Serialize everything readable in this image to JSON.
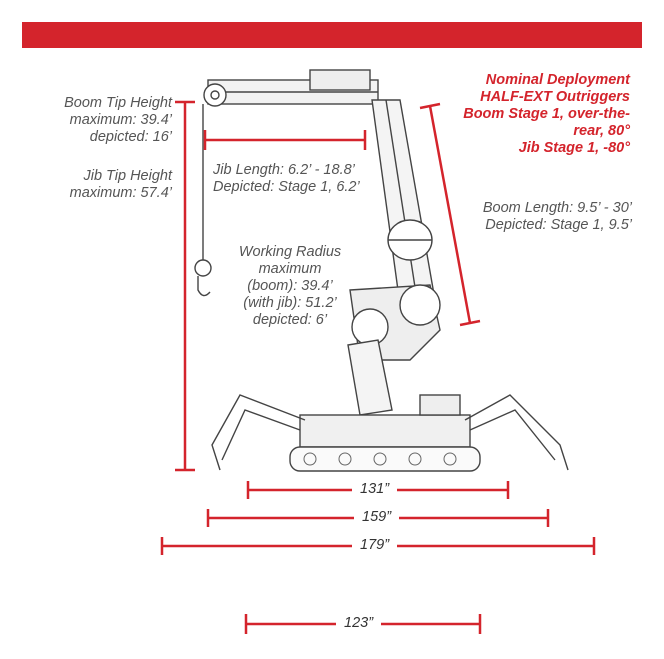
{
  "banner_color": "#d4242c",
  "accent_color": "#d4242c",
  "labels": {
    "boom_tip": [
      "Boom Tip Height",
      "maximum: 39.4’",
      "depicted: 16’"
    ],
    "jib_tip": [
      "Jib Tip Height",
      "maximum: 57.4’"
    ],
    "jib_length": [
      "Jib Length: 6.2’ - 18.8’",
      "Depicted: Stage 1, 6.2’"
    ],
    "working_radius": [
      "Working Radius",
      "maximum",
      "(boom): 39.4’",
      "(with jib): 51.2’",
      "depicted: 6’"
    ],
    "deployment": [
      "Nominal Deployment",
      "HALF-EXT Outriggers",
      "Boom Stage 1, over-the-",
      "rear, 80°",
      "Jib Stage 1, -80°"
    ],
    "boom_length": [
      "Boom Length: 9.5’ - 30’",
      "Depicted: Stage 1, 9.5’"
    ]
  },
  "dimensions": {
    "d131": "131”",
    "d159": "159”",
    "d179": "179”",
    "d123": "123”"
  }
}
